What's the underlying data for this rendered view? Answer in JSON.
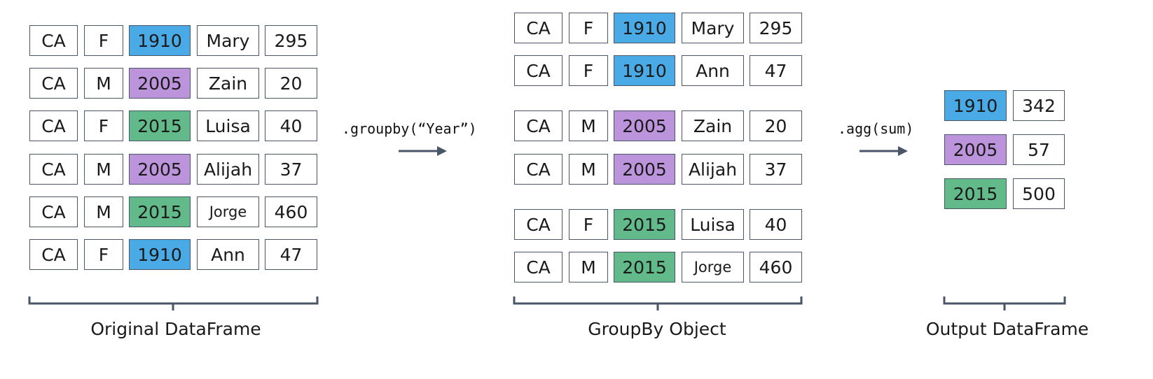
{
  "colors": {
    "1910": "#4aaae6",
    "2005": "#bb94dc",
    "2015": "#62ba8a",
    "border": "#4a5668"
  },
  "original": {
    "label": "Original DataFrame",
    "rows": [
      [
        "CA",
        "F",
        "1910",
        "Mary",
        "295"
      ],
      [
        "CA",
        "M",
        "2005",
        "Zain",
        "20"
      ],
      [
        "CA",
        "F",
        "2015",
        "Luisa",
        "40"
      ],
      [
        "CA",
        "M",
        "2005",
        "Alijah",
        "37"
      ],
      [
        "CA",
        "M",
        "2015",
        "Jorge",
        "460"
      ],
      [
        "CA",
        "F",
        "1910",
        "Ann",
        "47"
      ]
    ]
  },
  "groupby": {
    "code": ".groupby(“Year”)",
    "label": "GroupBy Object",
    "groups": [
      [
        [
          "CA",
          "F",
          "1910",
          "Mary",
          "295"
        ],
        [
          "CA",
          "F",
          "1910",
          "Ann",
          "47"
        ]
      ],
      [
        [
          "CA",
          "M",
          "2005",
          "Zain",
          "20"
        ],
        [
          "CA",
          "M",
          "2005",
          "Alijah",
          "37"
        ]
      ],
      [
        [
          "CA",
          "F",
          "2015",
          "Luisa",
          "40"
        ],
        [
          "CA",
          "M",
          "2015",
          "Jorge",
          "460"
        ]
      ]
    ]
  },
  "agg": {
    "code": ".agg(sum)",
    "label": "Output DataFrame",
    "rows": [
      [
        "1910",
        "342"
      ],
      [
        "2005",
        "57"
      ],
      [
        "2015",
        "500"
      ]
    ]
  }
}
